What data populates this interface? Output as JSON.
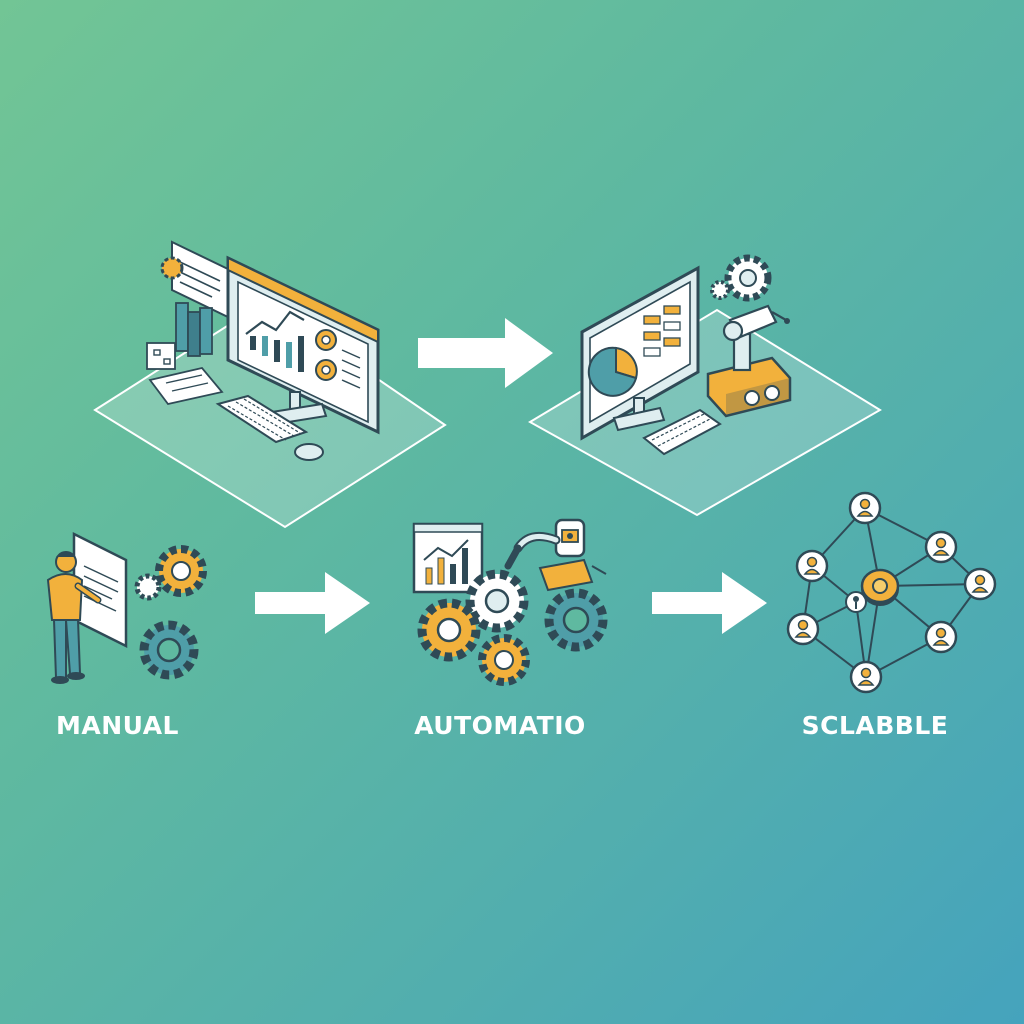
{
  "stages": [
    {
      "label": "MANUAL",
      "icon": "person-at-whiteboard-with-gears"
    },
    {
      "label": "AUTOMATIO",
      "icon": "robot-arm-with-gears-and-chart"
    },
    {
      "label": "SCLABBLE",
      "icon": "network-of-user-nodes"
    }
  ],
  "top_scenes": [
    {
      "icon": "manual-workstation"
    },
    {
      "icon": "automated-workstation-with-robot-arm"
    }
  ],
  "colors": {
    "background_start": "#72c595",
    "background_end": "#45a3bd",
    "outline": "#2f4a56",
    "accent_orange": "#f2b13c",
    "panel": "#ffffff",
    "gear_teal": "#4f9ea8",
    "arrow": "#ffffff"
  }
}
